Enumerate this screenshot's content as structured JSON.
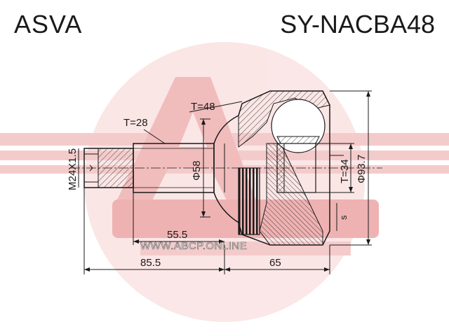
{
  "header": {
    "brand": "ASVA",
    "part_number": "SY-NACBA48"
  },
  "watermark": {
    "url": "WWW.ABCP.ONLINE"
  },
  "dimensions": {
    "thread": "M24X1.5",
    "splines_shaft": "T=28",
    "splines_outer": "T=48",
    "splines_inner": "T=34",
    "shaft_diameter": "Φ58",
    "outer_diameter": "Φ93.7",
    "length_shaft": "55.5",
    "length_total_shaft": "85.5",
    "length_body": "65",
    "mark_s": "s"
  },
  "colors": {
    "watermark_red": "#f3c6c6",
    "line": "#1a1a1a"
  }
}
